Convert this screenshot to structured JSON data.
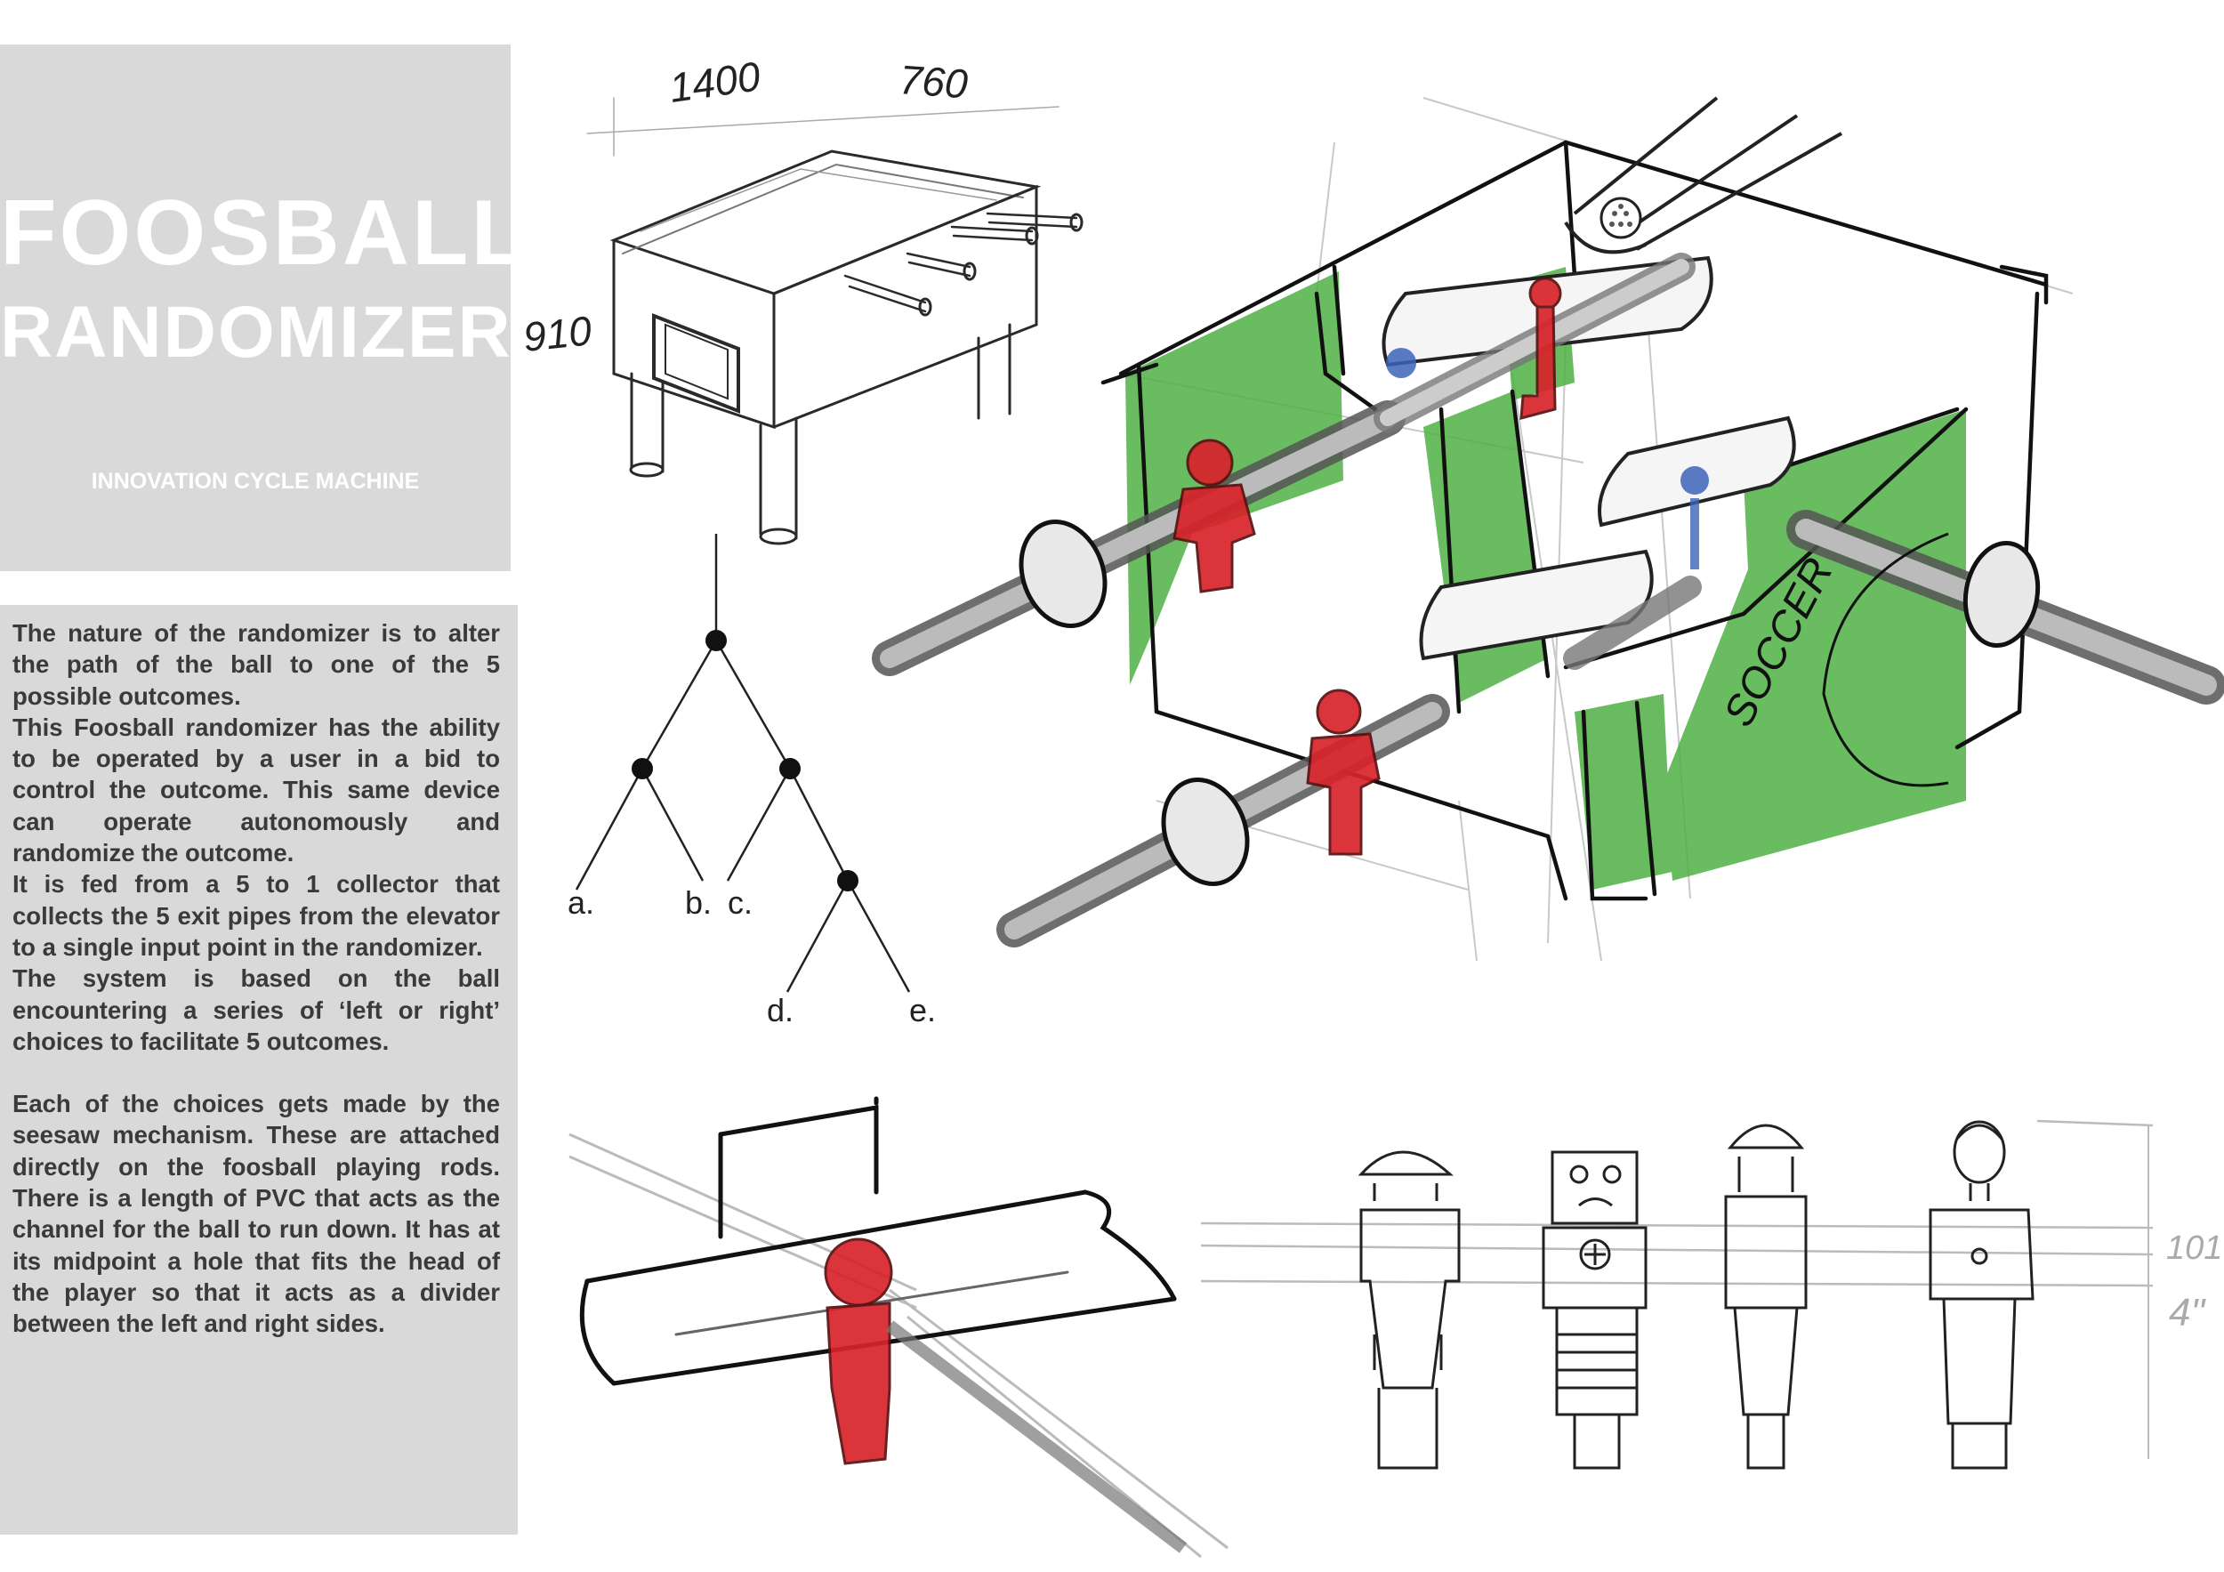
{
  "title": {
    "line1": "FOOSBALL",
    "line2": "RANDOMIZER",
    "subtitle": "INNOVATION CYCLE MACHINE"
  },
  "description": {
    "paragraphs": [
      "The nature of the randomizer is to alter the path of the ball to one of the 5 possible outcomes.",
      "This Foosball randomizer has the ability to be operated by a user in a bid to control the outcome. This same device can operate autonomously and randomize the outcome.",
      "It is fed from a 5 to 1 collector that collects the 5 exit pipes from the elevator to a single input point in the randomizer.",
      "The system is based on the ball encountering a series of ‘left or right’ choices to facilitate 5 outcomes.",
      "Each of the choices gets made by the seesaw mechanism. These are attached directly on the foosball playing rods. There is a length of PVC that acts as the channel for the ball to run down. It has at its midpoint a hole that fits the head of the player so that it acts as a divider between the left and right sides."
    ]
  },
  "table_sketch": {
    "dim_length": "1400",
    "dim_width": "760",
    "dim_height": "910"
  },
  "decision_tree": {
    "outcomes": [
      "a.",
      "b.",
      "c.",
      "d.",
      "e."
    ]
  },
  "sketch_annotations": {
    "side_label": "SOCCER",
    "player_height_1": "101.",
    "player_height_2": "4\""
  },
  "colors": {
    "panel_gray": "#d9d9d9",
    "text_gray": "#3a3a3a",
    "marker_green": "#4fb044",
    "marker_red": "#d8232a",
    "marker_blue": "#3d63b8"
  }
}
